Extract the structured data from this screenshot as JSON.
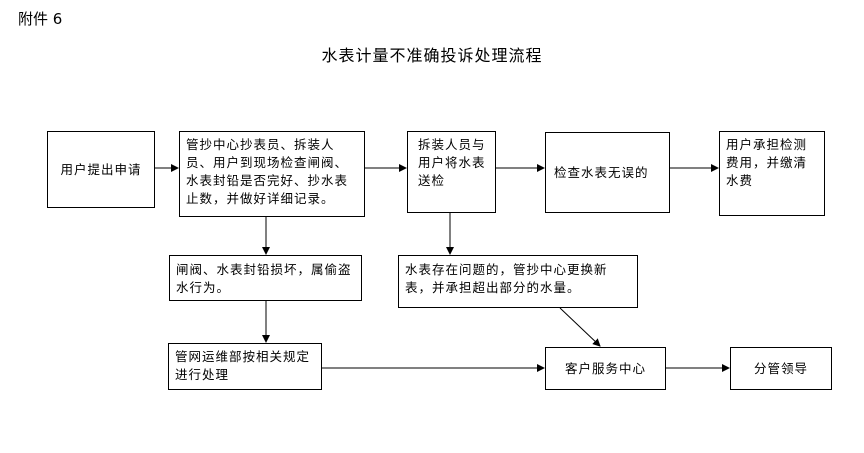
{
  "header": {
    "attachment": "附件 6",
    "title": "水表计量不准确投诉处理流程"
  },
  "flow": {
    "apply": "用户提出申请",
    "inspect": "管抄中心抄表员、拆装人员、用户到现场检查闸阀、水表封铅是否完好、抄水表止数，并做好详细记录。",
    "send_test": "拆装人员与用户将水表送检",
    "meter_ok": "检查水表无误的",
    "user_pays": "用户承担检测费用，并缴清水费",
    "seal_broken": "闸阀、水表封铅损坏，属偷盗水行为。",
    "meter_problem": "水表存在问题的，管抄中心更换新表，并承担超出部分的水量。",
    "network_dept": "管网运维部按相关规定进行处理",
    "customer_center": "客户服务中心",
    "leader": "分管领导"
  }
}
